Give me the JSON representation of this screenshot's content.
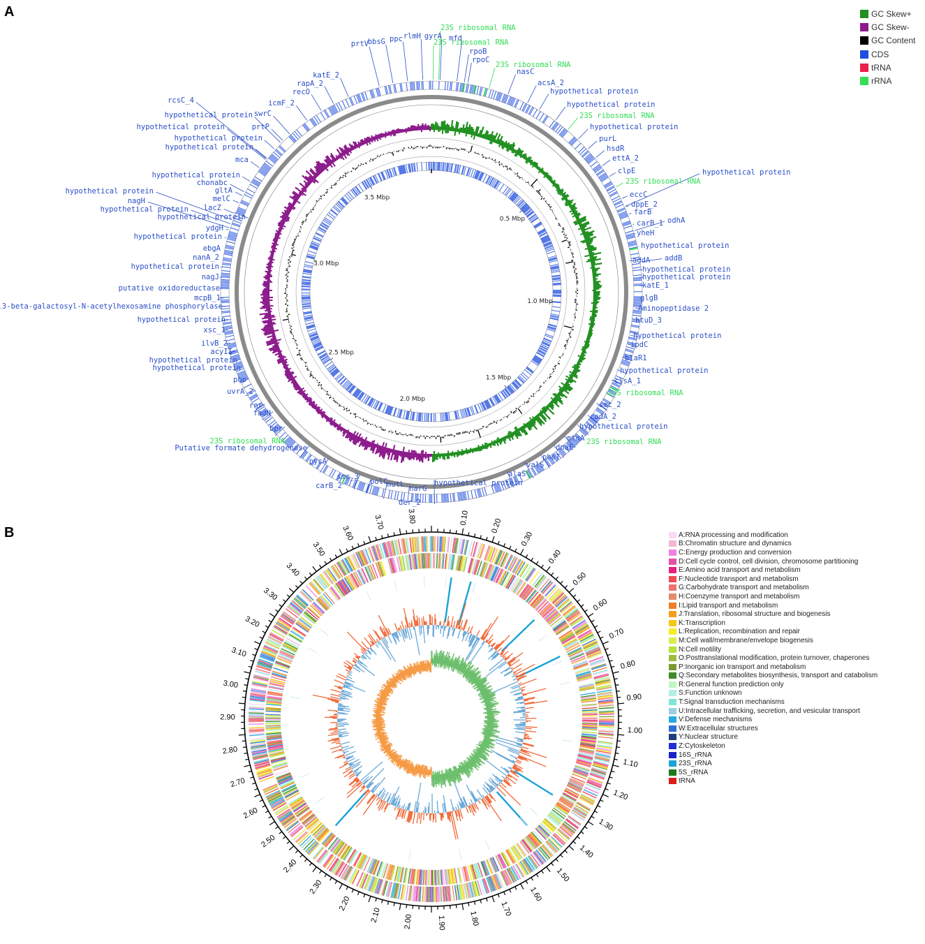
{
  "panel_a": {
    "letter": "A",
    "legend": [
      {
        "label": "GC Skew+",
        "color": "#1f8f1f"
      },
      {
        "label": "GC Skew-",
        "color": "#8b1a8b"
      },
      {
        "label": "GC Content",
        "color": "#000000"
      },
      {
        "label": "CDS",
        "color": "#1f4fe0"
      },
      {
        "label": "tRNA",
        "color": "#e8204a"
      },
      {
        "label": "rRNA",
        "color": "#33dd55"
      }
    ],
    "scale_labels": [
      "0.5 Mbp",
      "1.0 Mbp",
      "1.5 Mbp",
      "2.0 Mbp",
      "2.5 Mbp",
      "3.0 Mbp",
      "3.5 Mbp"
    ],
    "gene_labels": [
      {
        "text": "23S ribosomal RNA",
        "type": "rRNA"
      },
      {
        "text": "23S ribosomal RNA",
        "type": "rRNA"
      },
      {
        "text": "rpoB",
        "type": "CDS"
      },
      {
        "text": "rpoC",
        "type": "CDS"
      },
      {
        "text": "23S ribosomal RNA",
        "type": "rRNA"
      },
      {
        "text": "nasC",
        "type": "CDS"
      },
      {
        "text": "acsA_2",
        "type": "CDS"
      },
      {
        "text": "hypothetical protein",
        "type": "CDS"
      },
      {
        "text": "hypothetical protein",
        "type": "CDS"
      },
      {
        "text": "23S ribosomal RNA",
        "type": "rRNA"
      },
      {
        "text": "hypothetical protein",
        "type": "CDS"
      },
      {
        "text": "purL",
        "type": "CDS"
      },
      {
        "text": "hsdR",
        "type": "CDS"
      },
      {
        "text": "ettA_2",
        "type": "CDS"
      },
      {
        "text": "clpE",
        "type": "CDS"
      },
      {
        "text": "hypothetical protein",
        "type": "CDS"
      },
      {
        "text": "23S ribosomal RNA",
        "type": "rRNA"
      },
      {
        "text": "eccC",
        "type": "CDS"
      },
      {
        "text": "dppE_2",
        "type": "CDS"
      },
      {
        "text": "farB",
        "type": "CDS"
      },
      {
        "text": "carB_1",
        "type": "CDS"
      },
      {
        "text": "odhA",
        "type": "CDS"
      },
      {
        "text": "yheH",
        "type": "CDS"
      },
      {
        "text": "hypothetical protein",
        "type": "CDS"
      },
      {
        "text": "addA",
        "type": "CDS"
      },
      {
        "text": "addB",
        "type": "CDS"
      },
      {
        "text": "hypothetical protein",
        "type": "CDS"
      },
      {
        "text": "hypothetical protein",
        "type": "CDS"
      },
      {
        "text": "katE_1",
        "type": "CDS"
      },
      {
        "text": "glgB",
        "type": "CDS"
      },
      {
        "text": "Aminopeptidase 2",
        "type": "CDS"
      },
      {
        "text": "btuD_3",
        "type": "CDS"
      },
      {
        "text": "hypothetical protein",
        "type": "CDS"
      },
      {
        "text": "ipdC",
        "type": "CDS"
      },
      {
        "text": "blaR1",
        "type": "CDS"
      },
      {
        "text": "hypothetical protein",
        "type": "CDS"
      },
      {
        "text": "clsA_1",
        "type": "CDS"
      },
      {
        "text": "23S ribosomal RNA",
        "type": "rRNA"
      },
      {
        "text": "smc_2",
        "type": "CDS"
      },
      {
        "text": "cadA_2",
        "type": "CDS"
      },
      {
        "text": "hypothetical protein",
        "type": "CDS"
      },
      {
        "text": "23S ribosomal RNA",
        "type": "rRNA"
      },
      {
        "text": "mtgA",
        "type": "CDS"
      },
      {
        "text": "dnaE",
        "type": "CDS"
      },
      {
        "text": "pheT",
        "type": "CDS"
      },
      {
        "text": "valS",
        "type": "CDS"
      },
      {
        "text": "alaS",
        "type": "CDS"
      },
      {
        "text": "hypothetical protein",
        "type": "CDS"
      },
      {
        "text": "narG",
        "type": "CDS"
      },
      {
        "text": "der_2",
        "type": "CDS"
      },
      {
        "text": "mutL",
        "type": "CDS"
      },
      {
        "text": "polC",
        "type": "CDS"
      },
      {
        "text": "smc_3",
        "type": "CDS"
      },
      {
        "text": "carB_2",
        "type": "CDS"
      },
      {
        "text": "pycA",
        "type": "CDS"
      },
      {
        "text": "Putative formate dehydrogenase",
        "type": "CDS"
      },
      {
        "text": "23S ribosomal RNA",
        "type": "rRNA"
      },
      {
        "text": "bpr",
        "type": "CDS"
      },
      {
        "text": "fadN",
        "type": "CDS"
      },
      {
        "text": "rnr",
        "type": "CDS"
      },
      {
        "text": "uvrA_2",
        "type": "CDS"
      },
      {
        "text": "pbp",
        "type": "CDS"
      },
      {
        "text": "hypothetical protein",
        "type": "CDS"
      },
      {
        "text": "hypothetical protein",
        "type": "CDS"
      },
      {
        "text": "acyII",
        "type": "CDS"
      },
      {
        "text": "ilvB_2",
        "type": "CDS"
      },
      {
        "text": "xsc_1",
        "type": "CDS"
      },
      {
        "text": "hypothetical protein",
        "type": "CDS"
      },
      {
        "text": "1,3-beta-galactosyl-N-acetylhexosamine phosphorylase",
        "type": "CDS"
      },
      {
        "text": "mcpB_1",
        "type": "CDS"
      },
      {
        "text": "putative oxidoreductase",
        "type": "CDS"
      },
      {
        "text": "nagJ",
        "type": "CDS"
      },
      {
        "text": "hypothetical protein",
        "type": "CDS"
      },
      {
        "text": "nanA_2",
        "type": "CDS"
      },
      {
        "text": "ebgA",
        "type": "CDS"
      },
      {
        "text": "hypothetical protein",
        "type": "CDS"
      },
      {
        "text": "ydgH",
        "type": "CDS"
      },
      {
        "text": "hypothetical protein",
        "type": "CDS"
      },
      {
        "text": "lacZ",
        "type": "CDS"
      },
      {
        "text": "hypothetical protein",
        "type": "CDS"
      },
      {
        "text": "nagH",
        "type": "CDS"
      },
      {
        "text": "hypothetical protein",
        "type": "CDS"
      },
      {
        "text": "melC",
        "type": "CDS"
      },
      {
        "text": "gltA",
        "type": "CDS"
      },
      {
        "text": "chonabc",
        "type": "CDS"
      },
      {
        "text": "hypothetical protein",
        "type": "CDS"
      },
      {
        "text": "mca",
        "type": "CDS"
      },
      {
        "text": "hypothetical protein",
        "type": "CDS"
      },
      {
        "text": "hypothetical protein",
        "type": "CDS"
      },
      {
        "text": "prtP",
        "type": "CDS"
      },
      {
        "text": "hypothetical protein",
        "type": "CDS"
      },
      {
        "text": "hypothetical protein",
        "type": "CDS"
      },
      {
        "text": "swrC",
        "type": "CDS"
      },
      {
        "text": "rcsC_4",
        "type": "CDS"
      },
      {
        "text": "icmF_2",
        "type": "CDS"
      },
      {
        "text": "recO",
        "type": "CDS"
      },
      {
        "text": "rapA_2",
        "type": "CDS"
      },
      {
        "text": "katE_2",
        "type": "CDS"
      },
      {
        "text": "prtV",
        "type": "CDS"
      },
      {
        "text": "bbsG",
        "type": "CDS"
      },
      {
        "text": "ppc",
        "type": "CDS"
      },
      {
        "text": "rlmH",
        "type": "CDS"
      },
      {
        "text": "gyrA",
        "type": "CDS"
      },
      {
        "text": "mfd",
        "type": "CDS"
      }
    ]
  },
  "panel_b": {
    "letter": "B",
    "tick_labels": [
      "0.10",
      "0.20",
      "0.30",
      "0.40",
      "0.50",
      "0.60",
      "0.70",
      "0.80",
      "0.90",
      "1.00",
      "1.10",
      "1.20",
      "1.30",
      "1.40",
      "1.50",
      "1.60",
      "1.70",
      "1.80",
      "1.90",
      "2.00",
      "2.10",
      "2.20",
      "2.30",
      "2.40",
      "2.50",
      "2.60",
      "2.70",
      "2.80",
      "2.90",
      "3.00",
      "3.10",
      "3.20",
      "3.30",
      "3.40",
      "3.50",
      "3.60",
      "3.70",
      "3.80"
    ],
    "legend": [
      {
        "label": "A:RNA processing and modification",
        "color": "#f9d9f3"
      },
      {
        "label": "B:Chromatin structure and dynamics",
        "color": "#f5b6d0"
      },
      {
        "label": "C:Energy production and conversion",
        "color": "#ee82e0"
      },
      {
        "label": "D:Cell cycle control, cell division, chromosome partitioning",
        "color": "#e64fa6"
      },
      {
        "label": "E:Amino acid transport and metabolism",
        "color": "#e8207f"
      },
      {
        "label": "F:Nucleotide transport and metabolism",
        "color": "#ef4a55"
      },
      {
        "label": "G:Carbohydrate transport and metabolism",
        "color": "#f07272"
      },
      {
        "label": "H:Coenzyme transport and metabolism",
        "color": "#e58a6a"
      },
      {
        "label": "I:Lipid transport and metabolism",
        "color": "#f07d2a"
      },
      {
        "label": "J:Translation, ribosomal structure and biogenesis",
        "color": "#f5a01d"
      },
      {
        "label": "K:Transcription",
        "color": "#f2c811"
      },
      {
        "label": "L:Replication, recombination and repair",
        "color": "#f5ef22"
      },
      {
        "label": "M:Cell wall/membrane/envelope biogenesis",
        "color": "#d7ef4a"
      },
      {
        "label": "N:Cell motility",
        "color": "#b5e23a"
      },
      {
        "label": "O:Posttranslational modification, protein turnover, chaperones",
        "color": "#9dbd3a"
      },
      {
        "label": "P:Inorganic ion transport and metabolism",
        "color": "#7a9a2e"
      },
      {
        "label": "Q:Secondary metabolites biosynthesis, transport and catabolism",
        "color": "#3d8a2a"
      },
      {
        "label": "R:General function prediction only",
        "color": "#c2f5c2"
      },
      {
        "label": "S:Function unknown",
        "color": "#b4efe5"
      },
      {
        "label": "T:Signal transduction mechanisms",
        "color": "#7fe5d5"
      },
      {
        "label": "U:Intracellular trafficking, secretion, and vesicular transport",
        "color": "#9ad0e0"
      },
      {
        "label": "V:Defense mechanisms",
        "color": "#27a9e1"
      },
      {
        "label": "W:Extracellular structures",
        "color": "#2f6fd8"
      },
      {
        "label": "Y:Nuclear structure",
        "color": "#1f3f7a"
      },
      {
        "label": "Z:Cytoskeleton",
        "color": "#1f2fd8"
      },
      {
        "label": "16S_rRNA",
        "color": "#1a22c8"
      },
      {
        "label": "23S_rRNA",
        "color": "#1aa3d8"
      },
      {
        "label": "5S_rRNA",
        "color": "#1a7a1a"
      },
      {
        "label": "tRNA",
        "color": "#e01a1a"
      }
    ]
  }
}
